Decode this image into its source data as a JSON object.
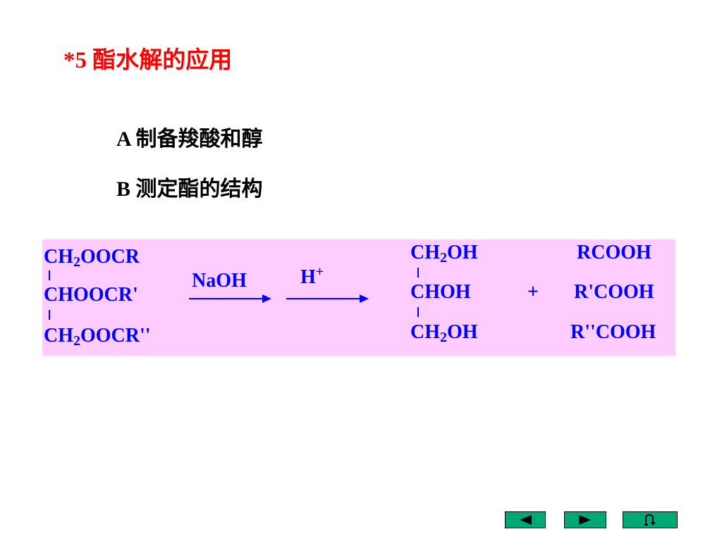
{
  "slide": {
    "title": "*5 酯水解的应用",
    "items": [
      {
        "letter": "A",
        "text": "制备羧酸和醇"
      },
      {
        "letter": "B",
        "text": "测定酯的结构"
      }
    ]
  },
  "reaction": {
    "reactant": {
      "top": {
        "pre": "CH",
        "sub": "2",
        "post": "OOCR"
      },
      "middle": "CHOOCR'",
      "bottom": {
        "pre": "CH",
        "sub": "2",
        "post": "OOCR''"
      }
    },
    "reagent1": "NaOH",
    "reagent2": {
      "main": "H",
      "sup": "+"
    },
    "product_glycerol": {
      "top": {
        "pre": "CH",
        "sub": "2",
        "post": "OH"
      },
      "middle": "CHOH",
      "bottom": {
        "pre": "CH",
        "sub": "2",
        "post": "OH"
      }
    },
    "plus": "+",
    "acids": [
      "RCOOH",
      "R'COOH",
      "R''COOH"
    ]
  },
  "colors": {
    "title": "#ff0000",
    "chemistry": "#0000ff",
    "reaction_background": "#ffccff",
    "nav_button": "#00a878"
  },
  "nav": {
    "prev_icon": "triangle-left-icon",
    "next_icon": "triangle-right-icon",
    "return_icon": "u-turn-return-icon"
  }
}
